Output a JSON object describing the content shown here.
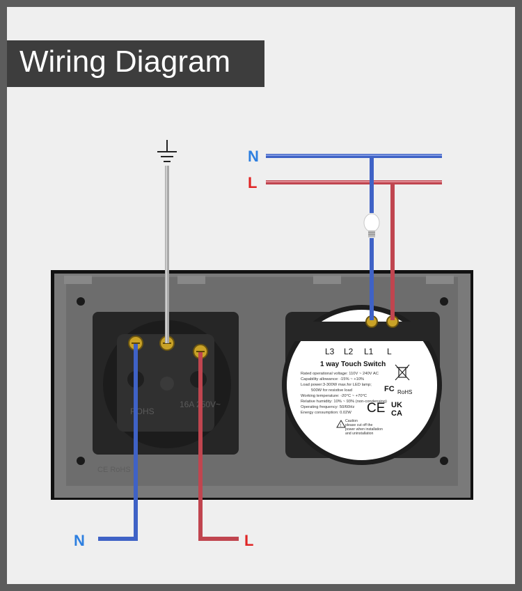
{
  "title": "Wiring Diagram",
  "mains": {
    "neutral": "N",
    "line": "L"
  },
  "socket_out": {
    "neutral": "N",
    "line": "L"
  },
  "switch": {
    "terminals": [
      "L3",
      "L2",
      "L1",
      "L"
    ],
    "name": "1 way Touch  Switch",
    "specs": [
      "Rated operational voltage: 110V ~ 240V AC",
      "Capability allowance: -15% ~ +10%",
      "Load power:3-300W max.for LED lamp;",
      "500W for resistive load",
      "Working temperature: -20°C ~ +70°C",
      "Relative humidity: 10% ~ 93% (non-condensing)",
      "Operating frequency: 50/60Hz",
      "Energy consumption: 0.02W"
    ],
    "caution": [
      "Caution",
      "please cut off the",
      "power when installation",
      "and uninstallation"
    ],
    "marks": {
      "fc": "FC",
      "rohs": "RoHS",
      "ce": "CE",
      "ukca_top": "UK",
      "ukca_bottom": "CA"
    }
  },
  "socket": {
    "ce_rohs": "CE RoHS",
    "marking": "16A 250V~",
    "rohs": "ROHS"
  },
  "colors": {
    "neutral": "#3f62c6",
    "line": "#c0454f",
    "earth": "#a9a9a9",
    "label_blue": "#2d7fe0",
    "label_red": "#e02525"
  },
  "icons": [
    "ground-symbol-icon",
    "light-bulb-icon",
    "weee-bin-icon",
    "caution-triangle-icon"
  ]
}
